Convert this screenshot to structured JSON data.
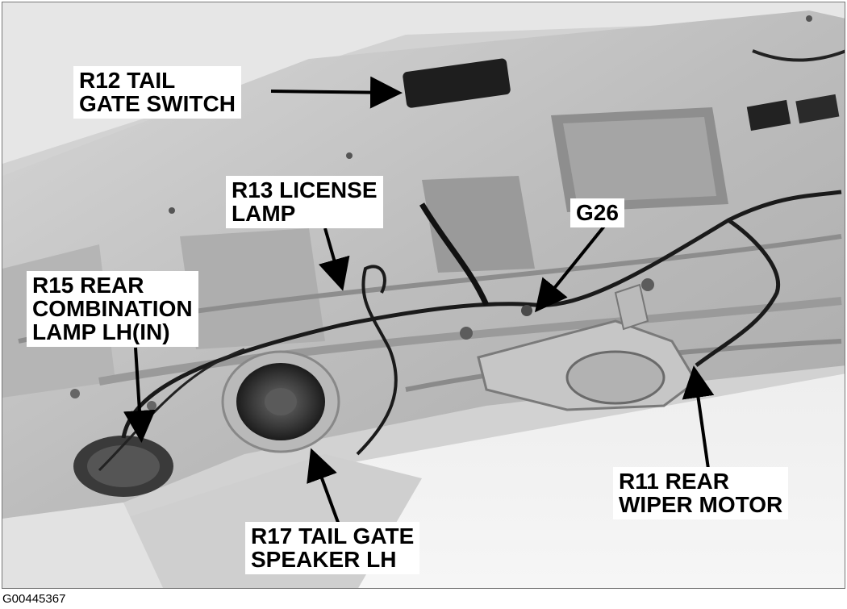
{
  "callouts": {
    "r12": {
      "line1": "R12 TAIL",
      "line2": "GATE SWITCH"
    },
    "r13": {
      "line1": "R13 LICENSE",
      "line2": "LAMP"
    },
    "g26": {
      "line1": "G26"
    },
    "r15": {
      "line1": "R15 REAR",
      "line2": "COMBINATION",
      "line3": "LAMP LH(IN)"
    },
    "r11": {
      "line1": "R11 REAR",
      "line2": "WIPER MOTOR"
    },
    "r17": {
      "line1": "R17 TAIL GATE",
      "line2": "SPEAKER LH"
    }
  },
  "figure_id": "G00445367"
}
